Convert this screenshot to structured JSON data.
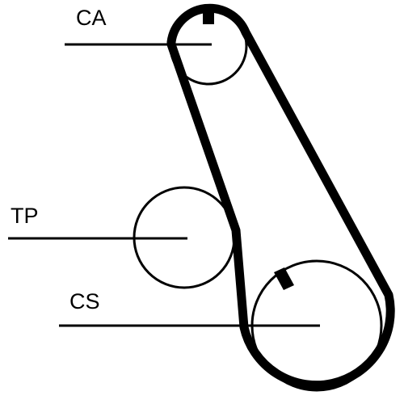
{
  "labels": {
    "camshaft": "CA",
    "tensioner": "TP",
    "crankshaft": "CS"
  },
  "colors": {
    "ink": "#000000",
    "background": "#ffffff"
  }
}
